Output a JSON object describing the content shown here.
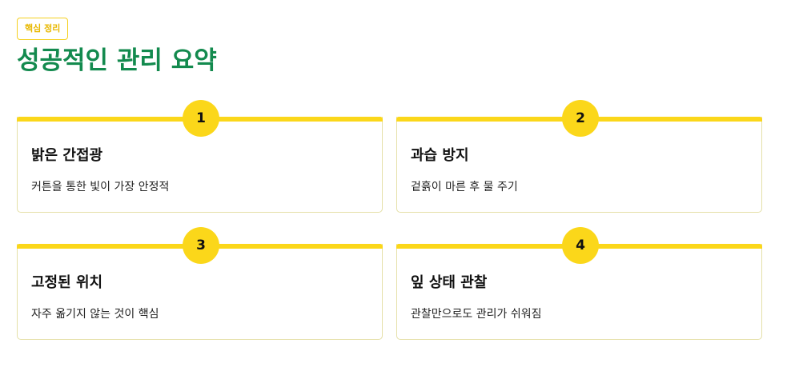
{
  "header": {
    "badge": "핵심 정리",
    "title": "성공적인 관리 요약"
  },
  "colors": {
    "accent_yellow": "#fbd71a",
    "title_green": "#138a4e",
    "card_border": "#e5e0a8"
  },
  "cards": [
    {
      "number": "1",
      "title": "밝은 간접광",
      "description": "커튼을 통한 빛이 가장 안정적"
    },
    {
      "number": "2",
      "title": "과습 방지",
      "description": "겉흙이 마른 후 물 주기"
    },
    {
      "number": "3",
      "title": "고정된 위치",
      "description": "자주 옮기지 않는 것이 핵심"
    },
    {
      "number": "4",
      "title": "잎 상태 관찰",
      "description": "관찰만으로도 관리가 쉬워짐"
    }
  ]
}
